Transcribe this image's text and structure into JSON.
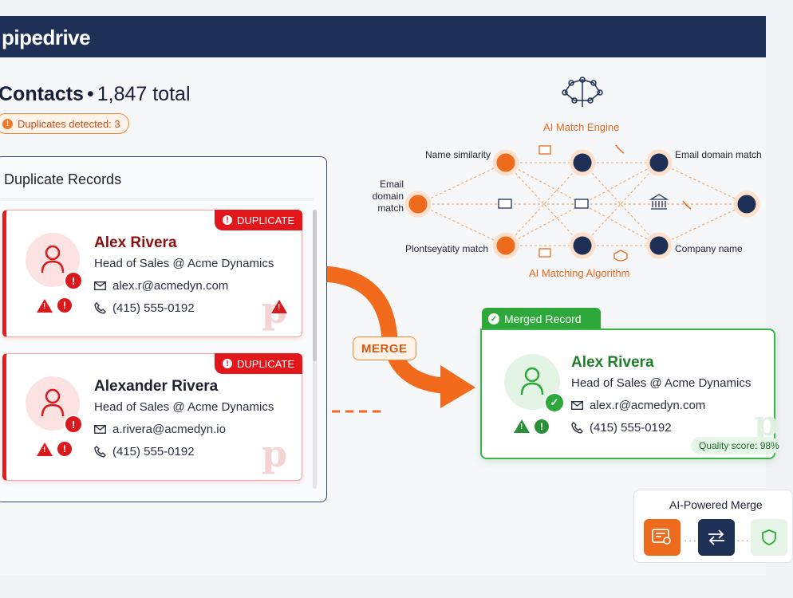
{
  "app": {
    "brand": "pipedrive"
  },
  "header": {
    "title": "Contacts",
    "separator": "•",
    "count_text": "1,847 total"
  },
  "duplicates_pill": {
    "icon": "alert-icon",
    "text": "Duplicates detected: 3"
  },
  "duplicates_panel": {
    "title": "Duplicate Records",
    "cards": [
      {
        "badge": "DUPLICATE",
        "name": "Alex Rivera",
        "role": "Head of Sales @ Acme Dynamics",
        "email": "alex.r@acmedyn.com",
        "phone": "(415) 555-0192"
      },
      {
        "badge": "DUPLICATE",
        "name": "Alexander Rivera",
        "role": "Head of Sales @ Acme Dynamics",
        "email": "a.rivera@acmedyn.io",
        "phone": "(415) 555-0192"
      }
    ]
  },
  "merge_label": "MERGE",
  "network": {
    "engine_title": "AI Match Engine",
    "algorithm_title": "AI Matching Algorithm",
    "labels": {
      "name_similarity": "Name similarity",
      "email_domain_left": "Email domain match",
      "phonetic": "Plontseyatity match",
      "email_domain_right": "Email domain match",
      "company_name": "Company name"
    }
  },
  "merged": {
    "tab": "Merged Record",
    "name": "Alex Rivera",
    "role": "Head of Sales @ Acme Dynamics",
    "email": "alex.r@acmedyn.com",
    "phone": "(415) 555-0192",
    "quality": "Quality score: 98%"
  },
  "ai_panel": {
    "title": "AI-Powered Merge"
  },
  "colors": {
    "brand_navy": "#1f3057",
    "duplicate_red": "#e3161b",
    "merge_orange": "#ee6a1c",
    "merged_green": "#2ea83a"
  }
}
